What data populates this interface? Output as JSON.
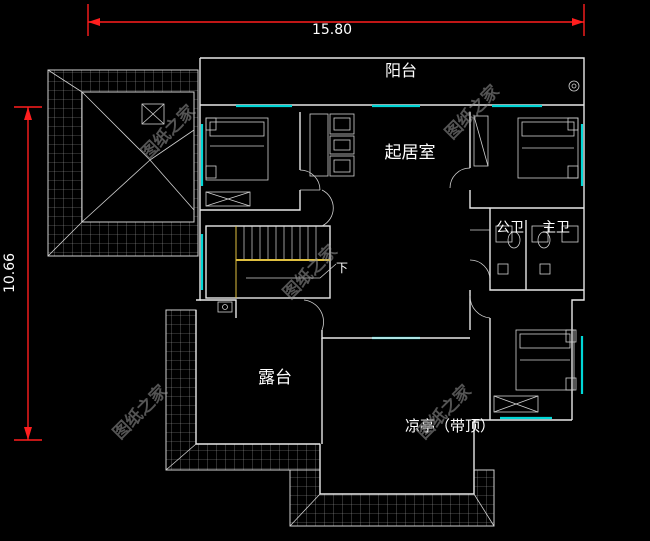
{
  "dimensions": {
    "width_label": "15.80",
    "height_label": "10.66"
  },
  "rooms": {
    "balcony": "阳台",
    "living_room": "起居室",
    "public_bath": "公卫",
    "master_bath": "主卫",
    "stair_down": "下",
    "terrace": "露台",
    "pavilion": "凉亭（带顶）"
  },
  "watermark": "图纸之家",
  "colors": {
    "background": "#000000",
    "wall": "#e8e8e8",
    "window": "#00d7d7",
    "dimension": "#ff1e1e"
  }
}
